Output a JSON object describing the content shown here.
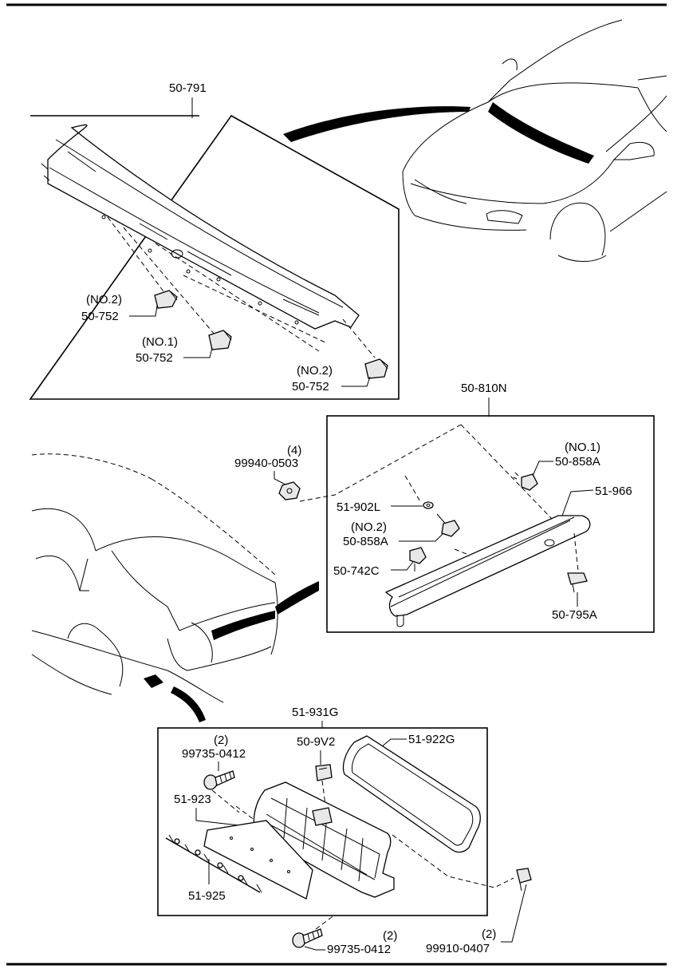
{
  "labels": {
    "cowl_grille": "50-791",
    "cowl_clip_no2_left_tag": "(NO.2)",
    "cowl_clip_no2_left": "50-752",
    "cowl_clip_no1_tag": "(NO.1)",
    "cowl_clip_no1": "50-752",
    "cowl_clip_no2_right_tag": "(NO.2)",
    "cowl_clip_no2_right": "50-752",
    "garnish_assy": "50-810N",
    "nut_qty": "(4)",
    "nut": "99940-0503",
    "fastener_no1_tag": "(NO.1)",
    "fastener_no1": "50-858A",
    "garnish": "51-966",
    "washer": "51-902L",
    "fastener_no2_tag": "(NO.2)",
    "fastener_no2": "50-858A",
    "clip_742c": "50-742C",
    "clip_795a": "50-795A",
    "lamp_assy": "51-931G",
    "screw_top_qty": "(2)",
    "screw_top": "99735-0412",
    "socket": "50-9V2",
    "gasket": "51-922G",
    "lens": "51-923",
    "bulb_harness": "51-925",
    "screw_bottom_qty": "(2)",
    "screw_bottom": "99735-0412",
    "clip_bottom_qty": "(2)",
    "clip_bottom": "99910-0407"
  },
  "colors": {
    "ink": "#000000",
    "paper": "#ffffff",
    "shade": "#e8e8e8"
  }
}
